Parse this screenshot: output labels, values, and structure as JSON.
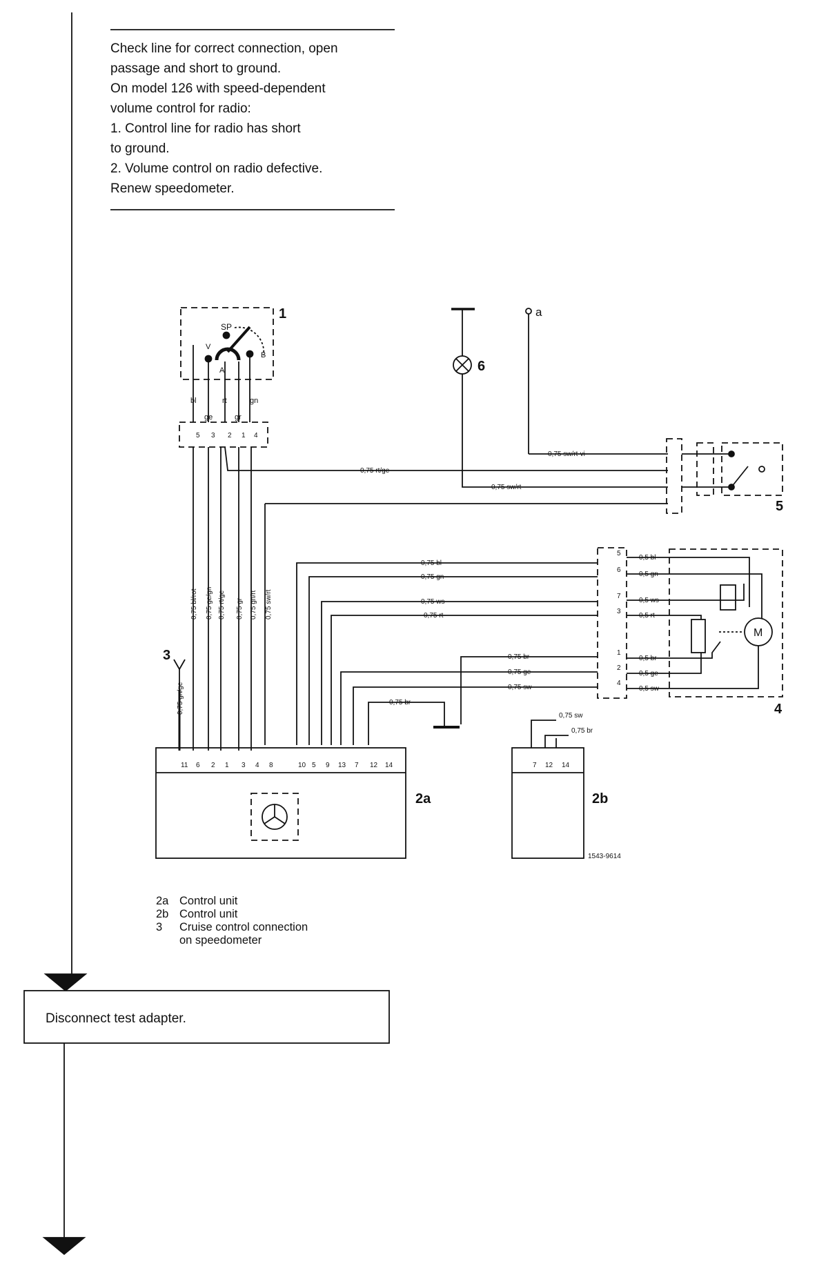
{
  "note": {
    "lines": [
      "Check line for correct connection, open",
      "passage and short to ground.",
      "On model 126 with speed-dependent",
      "volume control for radio:",
      "1. Control line for radio has short",
      "to ground.",
      "2. Volume control on radio defective.",
      "Renew speedometer."
    ]
  },
  "components": {
    "c1": "1",
    "c2a": "2a",
    "c2b": "2b",
    "c3": "3",
    "c4": "4",
    "c5": "5",
    "c6": "6",
    "a": "a",
    "speedo_sp": "SP",
    "speedo_v": "V",
    "speedo_a": "A",
    "speedo_b": "B",
    "motor": "M"
  },
  "speedo_connector": {
    "pins": [
      "5",
      "3",
      "2",
      "1",
      "4"
    ],
    "top_wires": [
      "bl",
      "ge",
      "rt",
      "gr",
      "gn"
    ]
  },
  "vertical_wires": [
    "0,75 bl/rot",
    "0,75 ge/gn",
    "0,75 rt/ge",
    "0,75 gr",
    "0,75 gn/rt",
    "0,75 sw/rt"
  ],
  "wire_3": "0,75 gn/ge",
  "wires_5": [
    "0,75 sw/rt-vi",
    "0,75 rt/ge",
    "0,75 sw/rt"
  ],
  "wires_4_left": [
    "0,75 bl",
    "0,75 gn",
    "0,75 ws",
    "0,75 rt",
    "0,75 br",
    "0,75 ge",
    "0,75 sw"
  ],
  "wires_4_right": [
    "0,5 bl",
    "0,5 gn",
    "0,5 ws",
    "0,5 rt",
    "0,5 br",
    "0,5 ge",
    "0,5 sw"
  ],
  "connector_4_pins": [
    "5",
    "6",
    "7",
    "3",
    "1",
    "2",
    "4"
  ],
  "ground_wire": "0,75 br",
  "unit_2a_pins": [
    "11",
    "6",
    "2",
    "1",
    "3",
    "4",
    "8",
    "10",
    "5",
    "9",
    "13",
    "7",
    "12",
    "14"
  ],
  "unit_2b_pins": [
    "7",
    "12",
    "14"
  ],
  "unit_2b_wires": [
    "0,75 sw",
    "0,75 br"
  ],
  "drawing_number": "1543-9614",
  "legend": [
    {
      "key": "2a",
      "text": "Control unit"
    },
    {
      "key": "2b",
      "text": "Control unit"
    },
    {
      "key": "3",
      "text": "Cruise control connection"
    },
    {
      "key": "",
      "text": "on speedometer"
    }
  ],
  "action_box": {
    "text": "Disconnect test adapter."
  }
}
